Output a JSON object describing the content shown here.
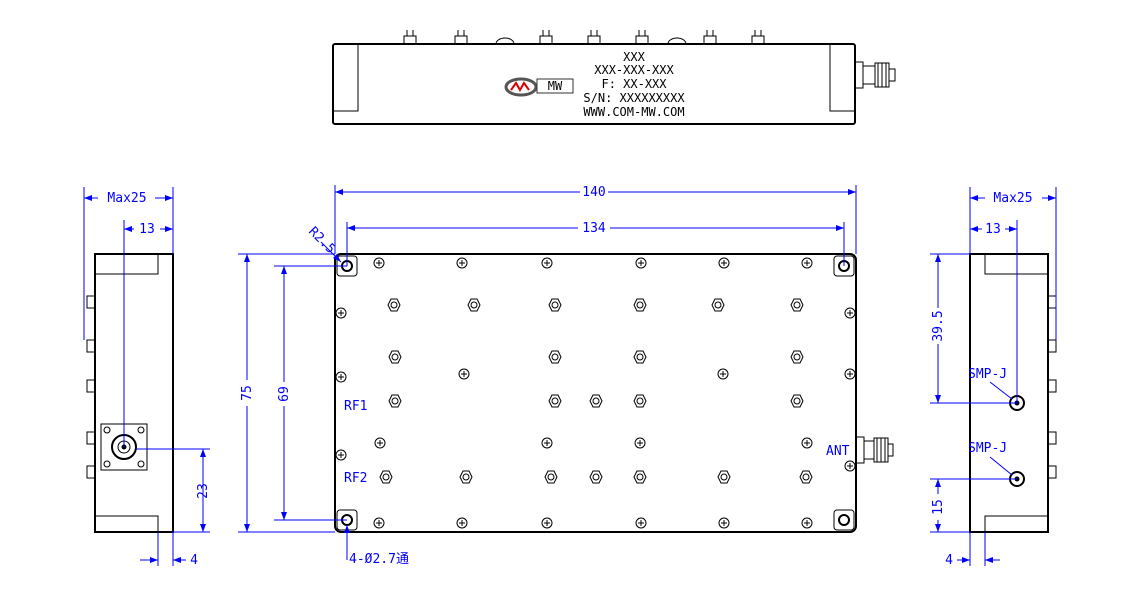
{
  "label_block": {
    "line1": "XXX",
    "line2": "XXX-XXX-XXX",
    "line3": "F: XX-XXX",
    "line4": "S/N: XXXXXXXXX",
    "line5": "WWW.COM-MW.COM",
    "logo_text": "MW"
  },
  "dims": {
    "max25_left": "Max25",
    "d13_left": "13",
    "d23": "23",
    "d4_left": "4",
    "d140": "140",
    "d134": "134",
    "r25": "R2.5",
    "d75": "75",
    "d69": "69",
    "holes": "4-Ø2.7通",
    "max25_right": "Max25",
    "d13_right": "13",
    "d395": "39.5",
    "d15": "15",
    "d4_right": "4"
  },
  "ports": {
    "rf1": "RF1",
    "rf2": "RF2",
    "ant": "ANT",
    "smp1": "SMP-J",
    "smp2": "SMP-J"
  }
}
